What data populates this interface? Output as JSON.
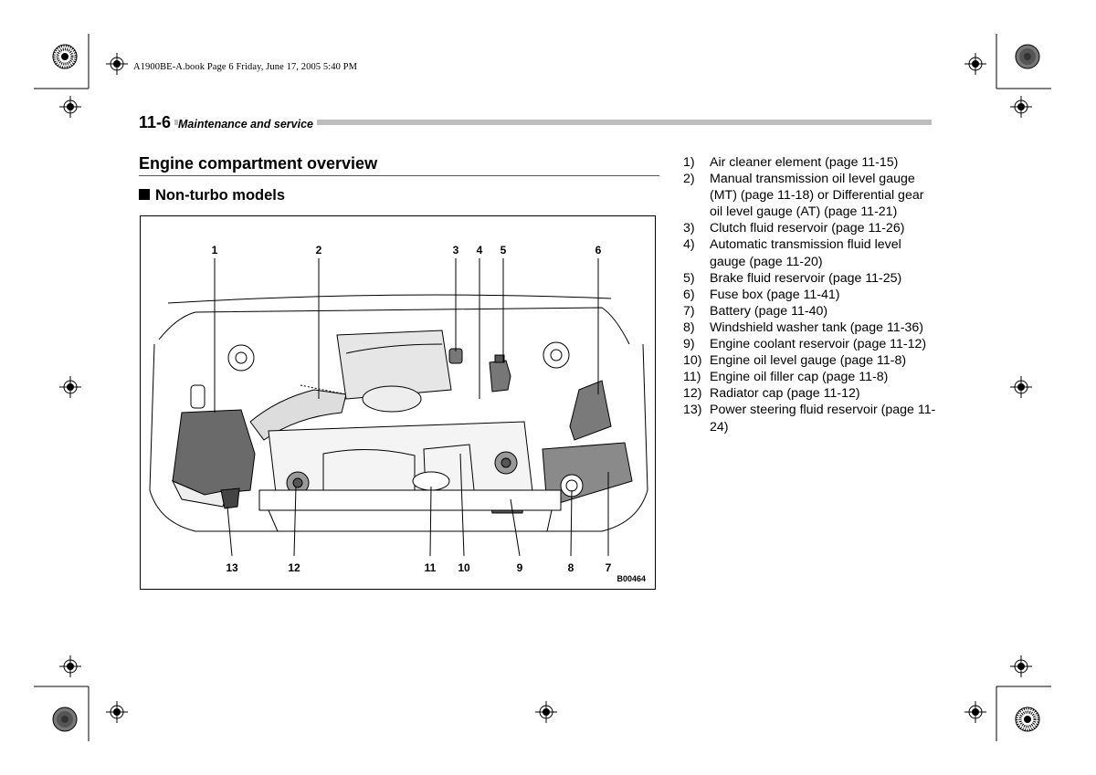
{
  "print_info": "A1900BE-A.book  Page 6  Friday, June 17, 2005  5:40 PM",
  "header": {
    "page_number": "11-6",
    "section": "Maintenance and service"
  },
  "title": "Engine compartment overview",
  "subtitle": "Non-turbo models",
  "figure": {
    "code": "B00464",
    "callouts_top": [
      "1",
      "2",
      "3",
      "4",
      "5",
      "6"
    ],
    "callouts_bottom": [
      "13",
      "12",
      "11",
      "10",
      "9",
      "8",
      "7"
    ]
  },
  "legend": [
    {
      "num": "1)",
      "text": "Air cleaner element (page 11-15)"
    },
    {
      "num": "2)",
      "text": "Manual transmission oil level gauge (MT) (page 11-18) or Differential gear oil level gauge (AT) (page 11-21)"
    },
    {
      "num": "3)",
      "text": "Clutch fluid reservoir (page 11-26)"
    },
    {
      "num": "4)",
      "text": "Automatic transmission fluid level gauge (page 11-20)"
    },
    {
      "num": "5)",
      "text": "Brake fluid reservoir (page 11-25)"
    },
    {
      "num": "6)",
      "text": "Fuse box (page 11-41)"
    },
    {
      "num": "7)",
      "text": "Battery (page 11-40)"
    },
    {
      "num": "8)",
      "text": "Windshield washer tank (page 11-36)"
    },
    {
      "num": "9)",
      "text": "Engine coolant reservoir (page 11-12)"
    },
    {
      "num": "10)",
      "text": "Engine oil level gauge (page 11-8)"
    },
    {
      "num": "11)",
      "text": "Engine oil filler cap (page 11-8)"
    },
    {
      "num": "12)",
      "text": "Radiator cap (page 11-12)"
    },
    {
      "num": "13)",
      "text": "Power steering fluid reservoir (page 11-24)"
    }
  ]
}
